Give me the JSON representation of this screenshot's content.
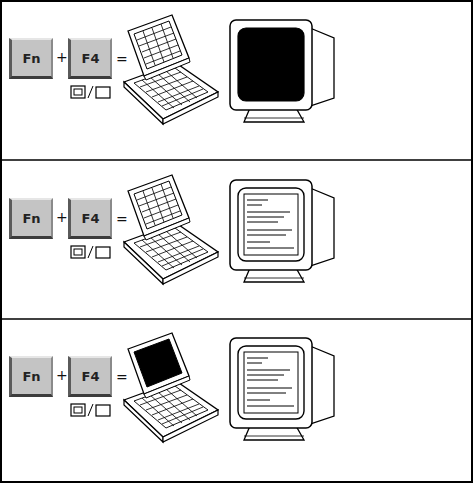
{
  "diagram": {
    "nodes": [
      {
        "text": [
          "Fn"
        ]
      },
      {
        "text": [
          "F4"
        ]
      },
      {
        "text": [
          "Fn"
        ]
      },
      {
        "text": [
          "F4"
        ]
      },
      {
        "text": [
          "Fn"
        ]
      },
      {
        "text": [
          "F4"
        ]
      }
    ],
    "labels": [
      "+",
      "=",
      "+",
      "=",
      "+",
      "="
    ]
  }
}
